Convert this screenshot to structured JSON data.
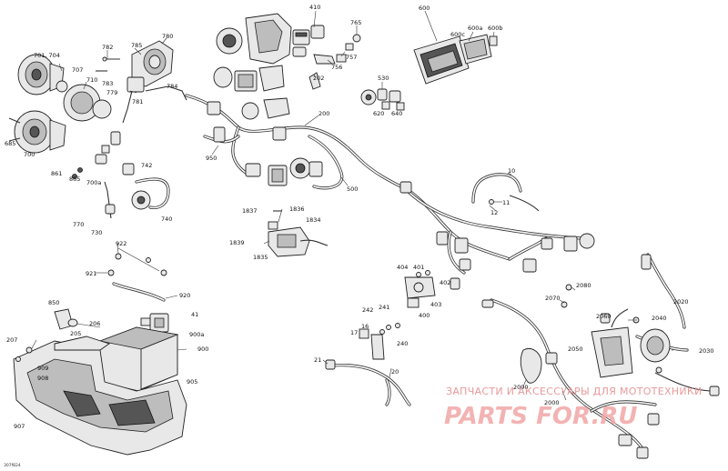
{
  "diagram": {
    "document_number": "307f824",
    "labels": [
      {
        "id": "l410",
        "text": "410"
      },
      {
        "id": "l765",
        "text": "765"
      },
      {
        "id": "l600",
        "text": "600"
      },
      {
        "id": "l600a",
        "text": "600a"
      },
      {
        "id": "l600b",
        "text": "600b"
      },
      {
        "id": "l600c",
        "text": "600c"
      },
      {
        "id": "l757",
        "text": "757"
      },
      {
        "id": "l756",
        "text": "756"
      },
      {
        "id": "l202",
        "text": "202"
      },
      {
        "id": "l782",
        "text": "782"
      },
      {
        "id": "l785",
        "text": "785"
      },
      {
        "id": "l780",
        "text": "780"
      },
      {
        "id": "l701",
        "text": "701, 704"
      },
      {
        "id": "l707",
        "text": "707"
      },
      {
        "id": "l710",
        "text": "710"
      },
      {
        "id": "l783",
        "text": "783"
      },
      {
        "id": "l779",
        "text": "779"
      },
      {
        "id": "l784",
        "text": "784"
      },
      {
        "id": "l781",
        "text": "781"
      },
      {
        "id": "l530",
        "text": "530"
      },
      {
        "id": "l620",
        "text": "620"
      },
      {
        "id": "l640",
        "text": "640"
      },
      {
        "id": "l200",
        "text": "200"
      },
      {
        "id": "l685",
        "text": "685"
      },
      {
        "id": "l700",
        "text": "700"
      },
      {
        "id": "l950",
        "text": "950"
      },
      {
        "id": "l861",
        "text": "861"
      },
      {
        "id": "l865",
        "text": "865"
      },
      {
        "id": "l700a",
        "text": "700a"
      },
      {
        "id": "l742",
        "text": "742"
      },
      {
        "id": "l500",
        "text": "500"
      },
      {
        "id": "l10",
        "text": "10"
      },
      {
        "id": "l11",
        "text": "11"
      },
      {
        "id": "l12",
        "text": "12"
      },
      {
        "id": "l770",
        "text": "770"
      },
      {
        "id": "l730",
        "text": "730"
      },
      {
        "id": "l740",
        "text": "740"
      },
      {
        "id": "l1837",
        "text": "1837"
      },
      {
        "id": "l1836",
        "text": "1836"
      },
      {
        "id": "l1834",
        "text": "1834"
      },
      {
        "id": "l1839",
        "text": "1839"
      },
      {
        "id": "l1835",
        "text": "1835"
      },
      {
        "id": "l922",
        "text": "922"
      },
      {
        "id": "l921",
        "text": "921"
      },
      {
        "id": "l920",
        "text": "920"
      },
      {
        "id": "l404",
        "text": "404"
      },
      {
        "id": "l401",
        "text": "401"
      },
      {
        "id": "l402",
        "text": "402"
      },
      {
        "id": "l403",
        "text": "403"
      },
      {
        "id": "l400",
        "text": "400"
      },
      {
        "id": "l2080",
        "text": "2080"
      },
      {
        "id": "l2070",
        "text": "2070"
      },
      {
        "id": "l2020",
        "text": "2020"
      },
      {
        "id": "l850",
        "text": "850"
      },
      {
        "id": "l41",
        "text": "41"
      },
      {
        "id": "l206",
        "text": "206"
      },
      {
        "id": "l205",
        "text": "205"
      },
      {
        "id": "l242",
        "text": "242"
      },
      {
        "id": "l241",
        "text": "241"
      },
      {
        "id": "l16",
        "text": "16"
      },
      {
        "id": "l17",
        "text": "17"
      },
      {
        "id": "l900a",
        "text": "900a"
      },
      {
        "id": "l900",
        "text": "900"
      },
      {
        "id": "l207",
        "text": "207"
      },
      {
        "id": "l240",
        "text": "240"
      },
      {
        "id": "l2060",
        "text": "2060"
      },
      {
        "id": "l2040",
        "text": "2040"
      },
      {
        "id": "l2050",
        "text": "2050"
      },
      {
        "id": "l2030",
        "text": "2030"
      },
      {
        "id": "l21",
        "text": "21"
      },
      {
        "id": "l20",
        "text": "20"
      },
      {
        "id": "l909",
        "text": "909"
      },
      {
        "id": "l908",
        "text": "908"
      },
      {
        "id": "l905",
        "text": "905"
      },
      {
        "id": "l2090",
        "text": "2090"
      },
      {
        "id": "l2000",
        "text": "2000"
      },
      {
        "id": "l907",
        "text": "907"
      }
    ]
  },
  "watermark": {
    "tagline": "ЗАПЧАСТИ И АКСЕССУАРЫ ДЛЯ МОТОТЕХНИКИ",
    "logo": "PARTS FOR.RU",
    "color": "#e89a9a"
  }
}
